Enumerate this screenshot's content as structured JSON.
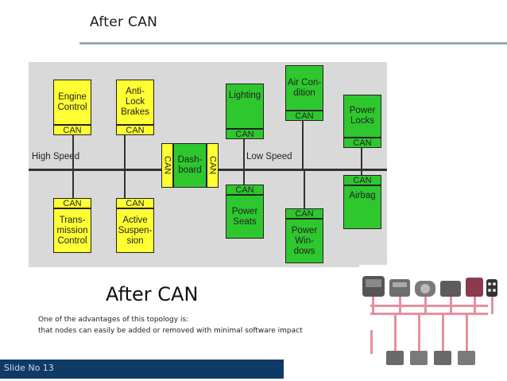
{
  "slide": {
    "title": "After CAN",
    "subtitle": "After CAN",
    "note_line1": "One of the advantages of this topology is:",
    "note_line2": "that nodes can easily be added or removed with minimal software impact",
    "footer": "Slide No 13"
  },
  "diagram": {
    "bus_high_label": "High Speed",
    "bus_low_label": "Low Speed",
    "can_label": "CAN",
    "nodes": {
      "engine_control": "Engine Control",
      "anti_lock_brakes": "Anti- Lock Brakes",
      "dashboard": "Dash- board",
      "lighting": "Lighting",
      "air_condition": "Air Con- dition",
      "power_locks": "Power Locks",
      "transmission_control": "Trans- mission Control",
      "active_suspension": "Active Suspen- sion",
      "power_seats": "Power Seats",
      "power_windows": "Power Win- dows",
      "airbag": "Airbag"
    }
  },
  "colors": {
    "high_speed_node": "#ffff33",
    "low_speed_node": "#2ec82e",
    "footer_bar": "#0f3a66",
    "title_rule": "#9aa7b8"
  }
}
